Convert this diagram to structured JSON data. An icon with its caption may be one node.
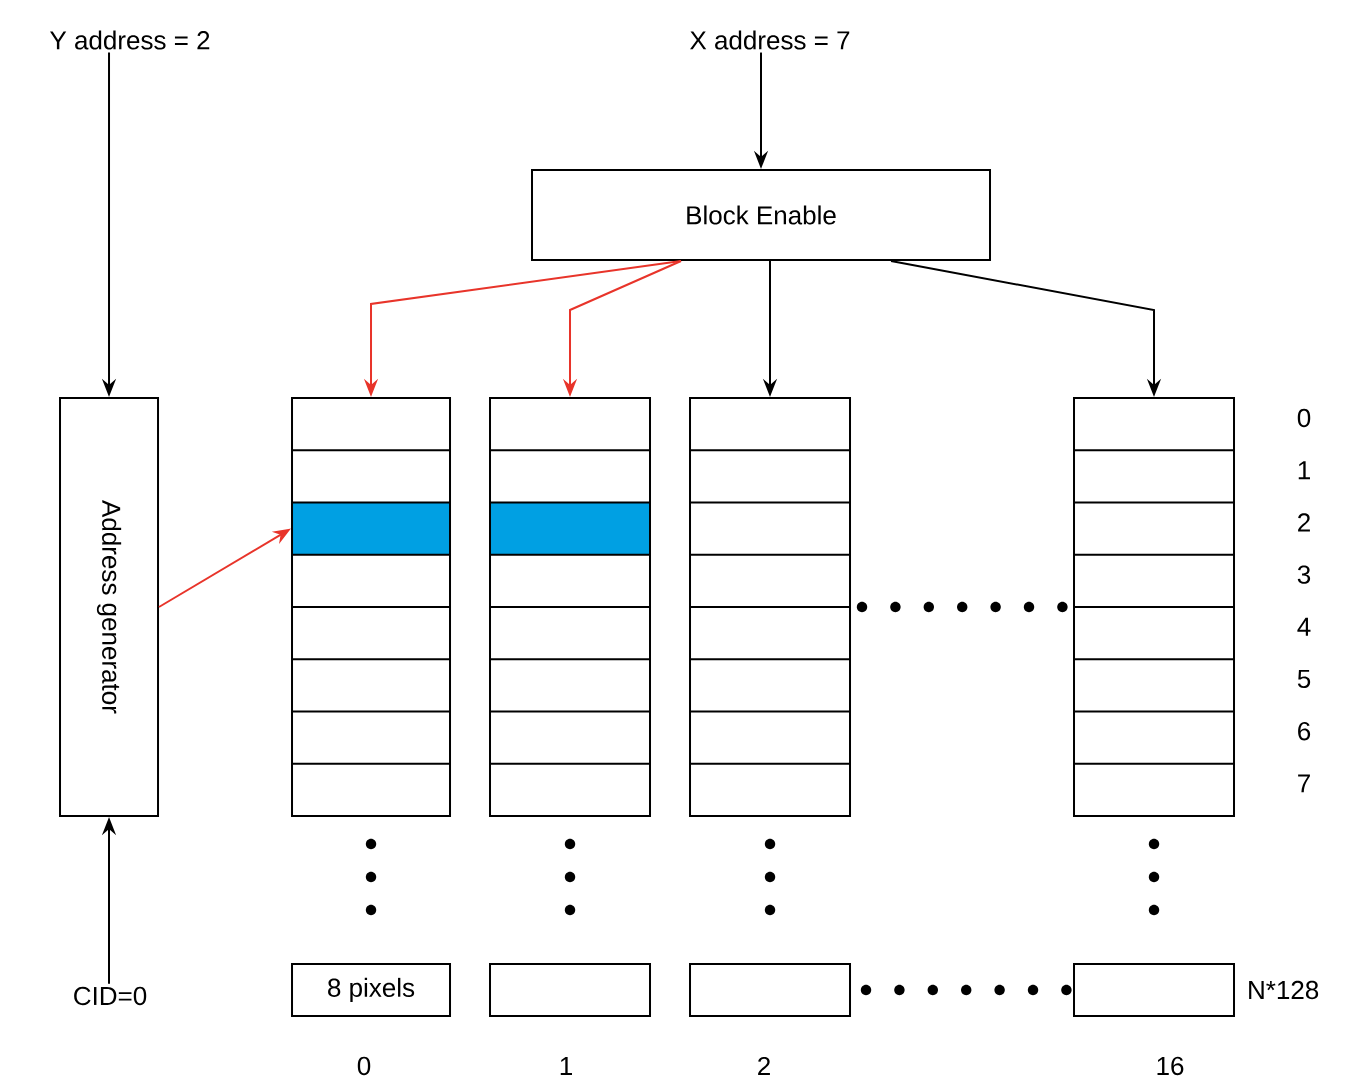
{
  "diagram": {
    "nodes": [
      {
        "text": [
          "Y address = 2"
        ]
      },
      {
        "text": [
          "X address = 7"
        ]
      },
      {
        "text": [
          "Block Enable"
        ]
      },
      {
        "text": [
          "Address generator"
        ]
      },
      {
        "text": [],
        "shape": "box"
      },
      {
        "text": [],
        "shape": "box"
      },
      {
        "text": [],
        "shape": "box"
      },
      {
        "text": [],
        "shape": "box"
      },
      {
        "text": [
          "CID=0"
        ]
      },
      {
        "text": [
          "8 pixels"
        ]
      },
      {
        "text": [],
        "shape": "box"
      },
      {
        "text": [],
        "shape": "box"
      },
      {
        "text": [],
        "shape": "box"
      }
    ],
    "edges": [
      {
        "from": 0,
        "to": 3,
        "arrow": "to"
      },
      {
        "from": 1,
        "to": 2,
        "arrow": "to"
      },
      {
        "from": 2,
        "to": 4,
        "arrow": "to",
        "color": "#e8342a"
      },
      {
        "from": 2,
        "to": 5,
        "arrow": "to",
        "color": "#e8342a"
      },
      {
        "from": 2,
        "to": 6,
        "arrow": "to"
      },
      {
        "from": 2,
        "to": 7,
        "arrow": "to"
      },
      {
        "from": 3,
        "to": 4,
        "arrow": "to",
        "color": "#e8342a"
      },
      {
        "from": 8,
        "to": 3,
        "arrow": "to"
      }
    ],
    "labels": [
      "0",
      "1",
      "2",
      "3",
      "4",
      "5",
      "6",
      "7",
      "N*128",
      "0",
      "1",
      "2",
      "16"
    ]
  }
}
